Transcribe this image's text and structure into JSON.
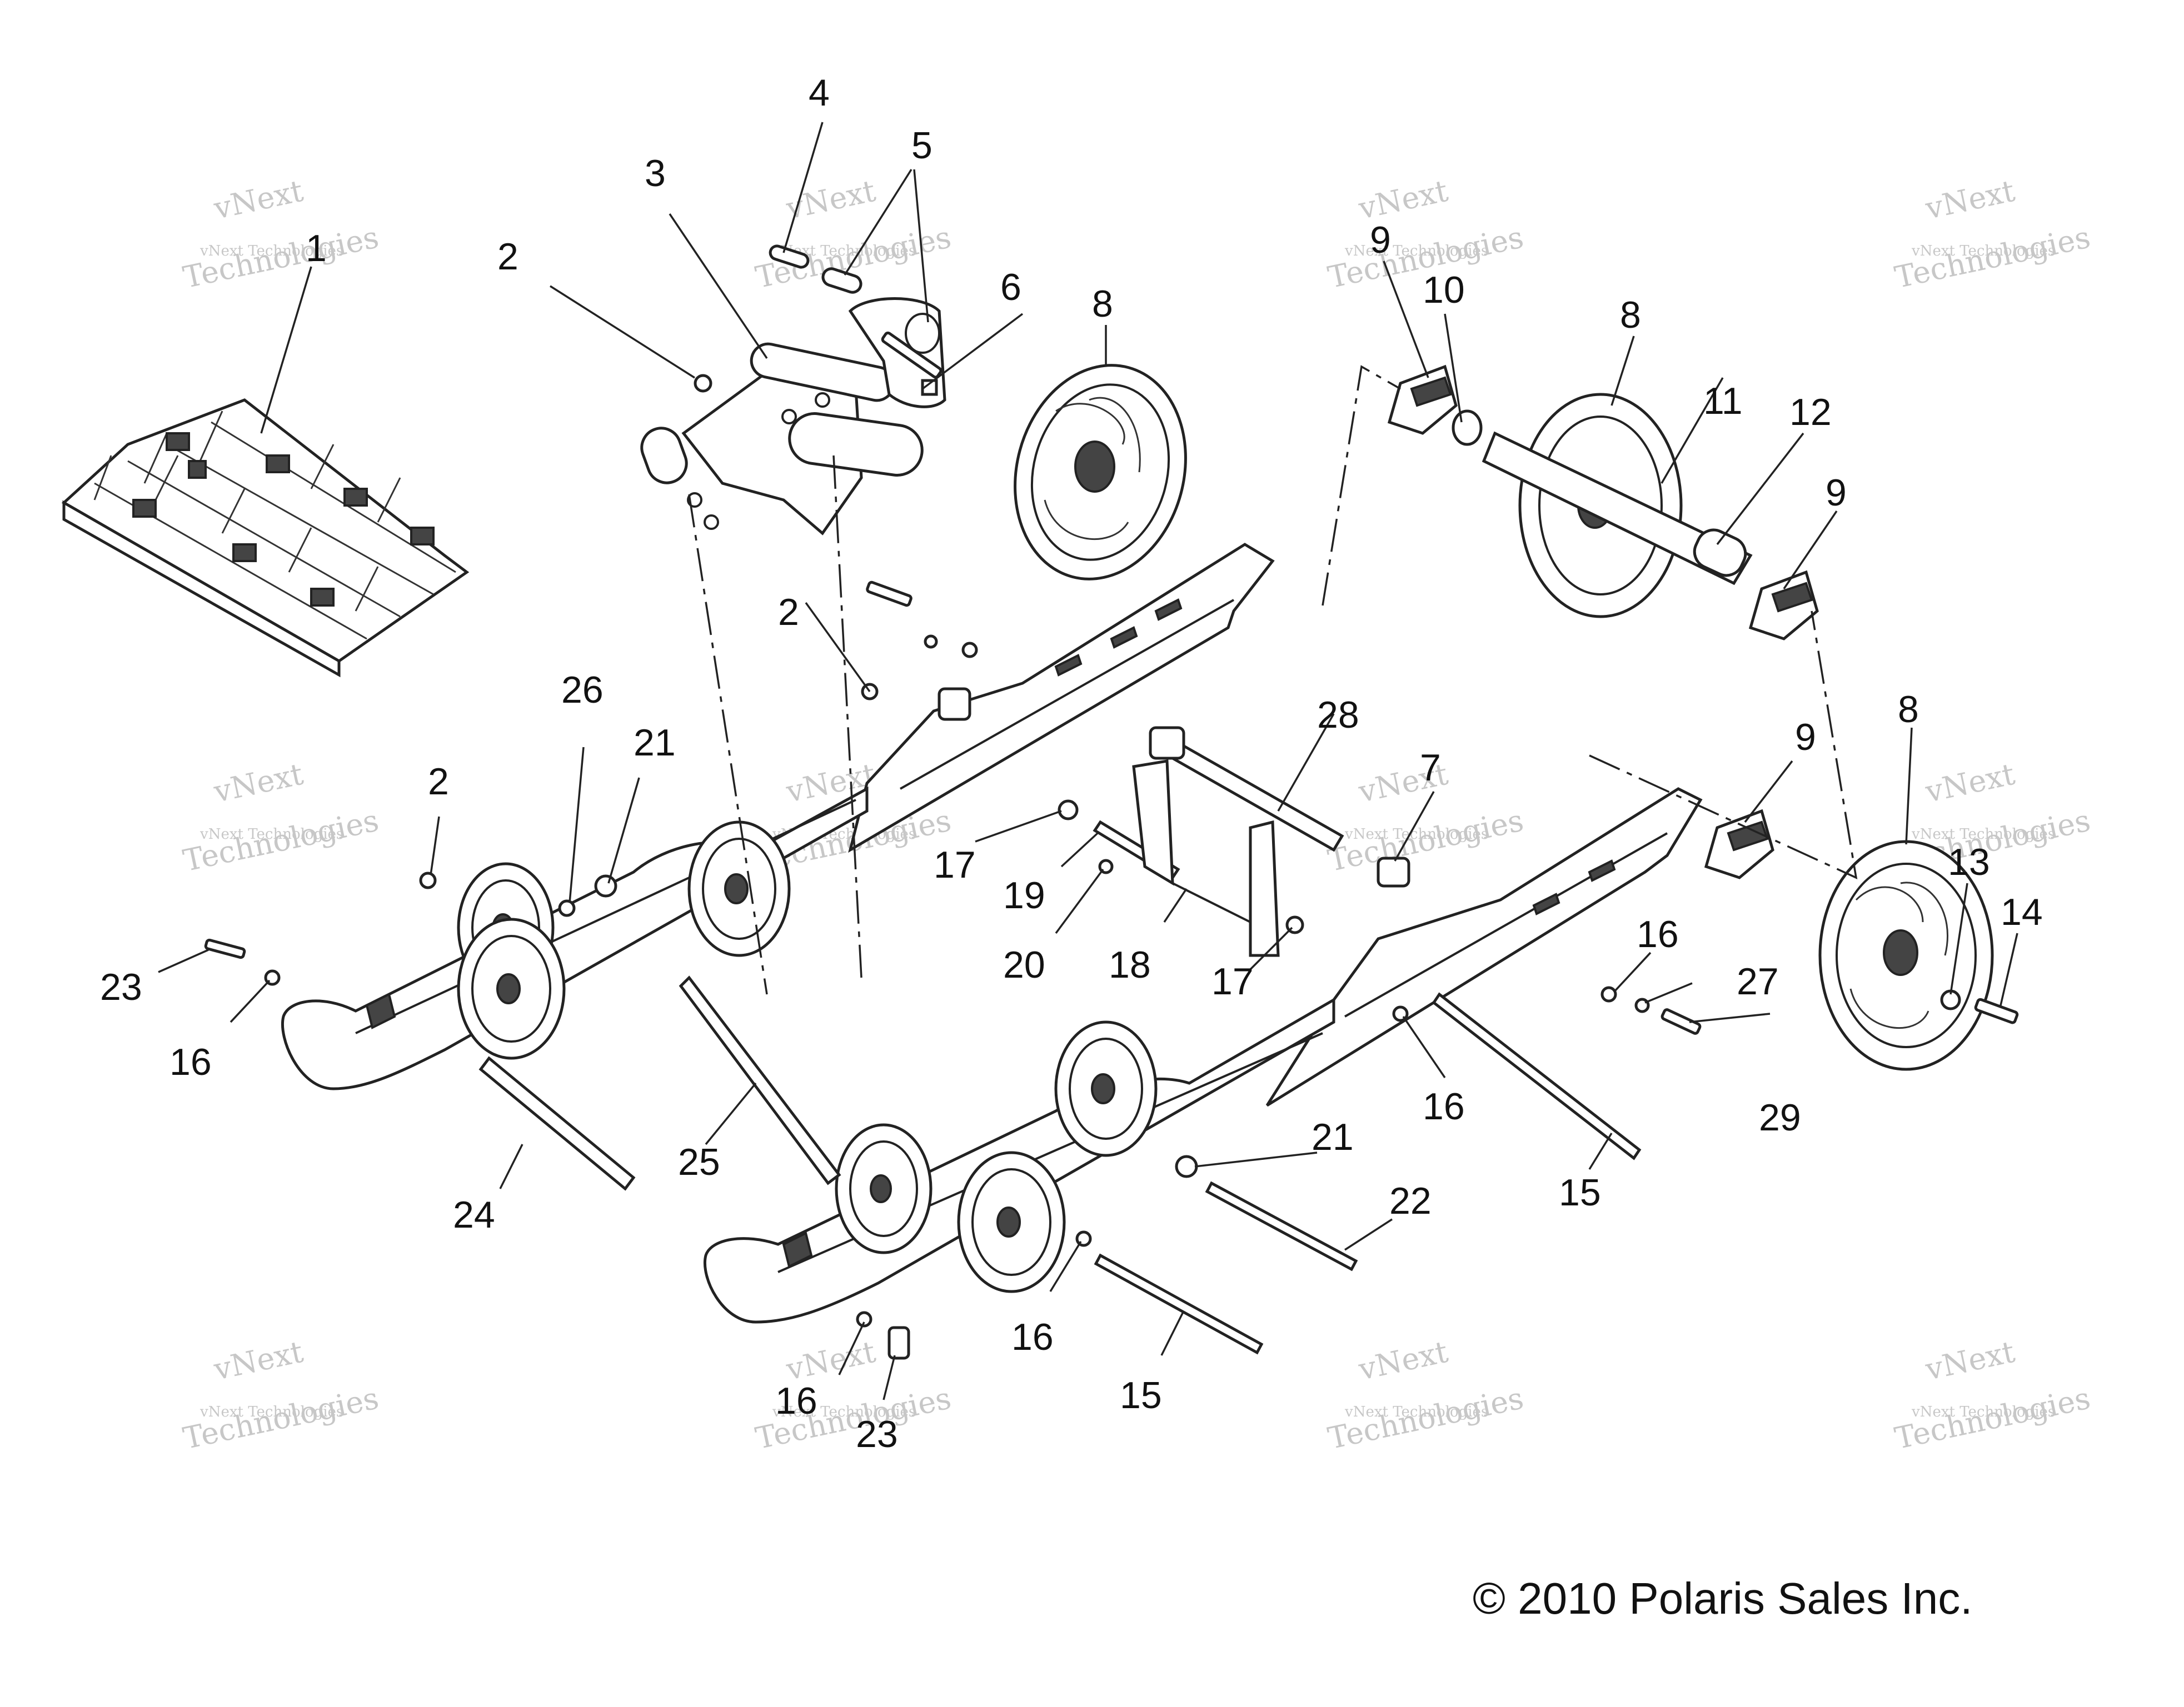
{
  "callouts": [
    {
      "id": "c1",
      "text": "1"
    },
    {
      "id": "c2a",
      "text": "2"
    },
    {
      "id": "c2b",
      "text": "2"
    },
    {
      "id": "c2c",
      "text": "2"
    },
    {
      "id": "c3",
      "text": "3"
    },
    {
      "id": "c4",
      "text": "4"
    },
    {
      "id": "c5",
      "text": "5"
    },
    {
      "id": "c6",
      "text": "6"
    },
    {
      "id": "c7",
      "text": "7"
    },
    {
      "id": "c8a",
      "text": "8"
    },
    {
      "id": "c8b",
      "text": "8"
    },
    {
      "id": "c8c",
      "text": "8"
    },
    {
      "id": "c9a",
      "text": "9"
    },
    {
      "id": "c9b",
      "text": "9"
    },
    {
      "id": "c9c",
      "text": "9"
    },
    {
      "id": "c10",
      "text": "10"
    },
    {
      "id": "c11",
      "text": "11"
    },
    {
      "id": "c12",
      "text": "12"
    },
    {
      "id": "c13",
      "text": "13"
    },
    {
      "id": "c14",
      "text": "14"
    },
    {
      "id": "c15a",
      "text": "15"
    },
    {
      "id": "c15b",
      "text": "15"
    },
    {
      "id": "c16a",
      "text": "16"
    },
    {
      "id": "c16b",
      "text": "16"
    },
    {
      "id": "c16c",
      "text": "16"
    },
    {
      "id": "c16d",
      "text": "16"
    },
    {
      "id": "c16e",
      "text": "16"
    },
    {
      "id": "c17a",
      "text": "17"
    },
    {
      "id": "c17b",
      "text": "17"
    },
    {
      "id": "c18",
      "text": "18"
    },
    {
      "id": "c19",
      "text": "19"
    },
    {
      "id": "c20",
      "text": "20"
    },
    {
      "id": "c21a",
      "text": "21"
    },
    {
      "id": "c21b",
      "text": "21"
    },
    {
      "id": "c22",
      "text": "22"
    },
    {
      "id": "c23a",
      "text": "23"
    },
    {
      "id": "c23b",
      "text": "23"
    },
    {
      "id": "c24",
      "text": "24"
    },
    {
      "id": "c25",
      "text": "25"
    },
    {
      "id": "c26",
      "text": "26"
    },
    {
      "id": "c27",
      "text": "27"
    },
    {
      "id": "c28",
      "text": "28"
    },
    {
      "id": "c29",
      "text": "29"
    }
  ],
  "watermark": {
    "small": "vNext Technologies",
    "big_line1": "vNext",
    "big_line2": "Technologies"
  },
  "copyright": "© 2010 Polaris Sales Inc."
}
